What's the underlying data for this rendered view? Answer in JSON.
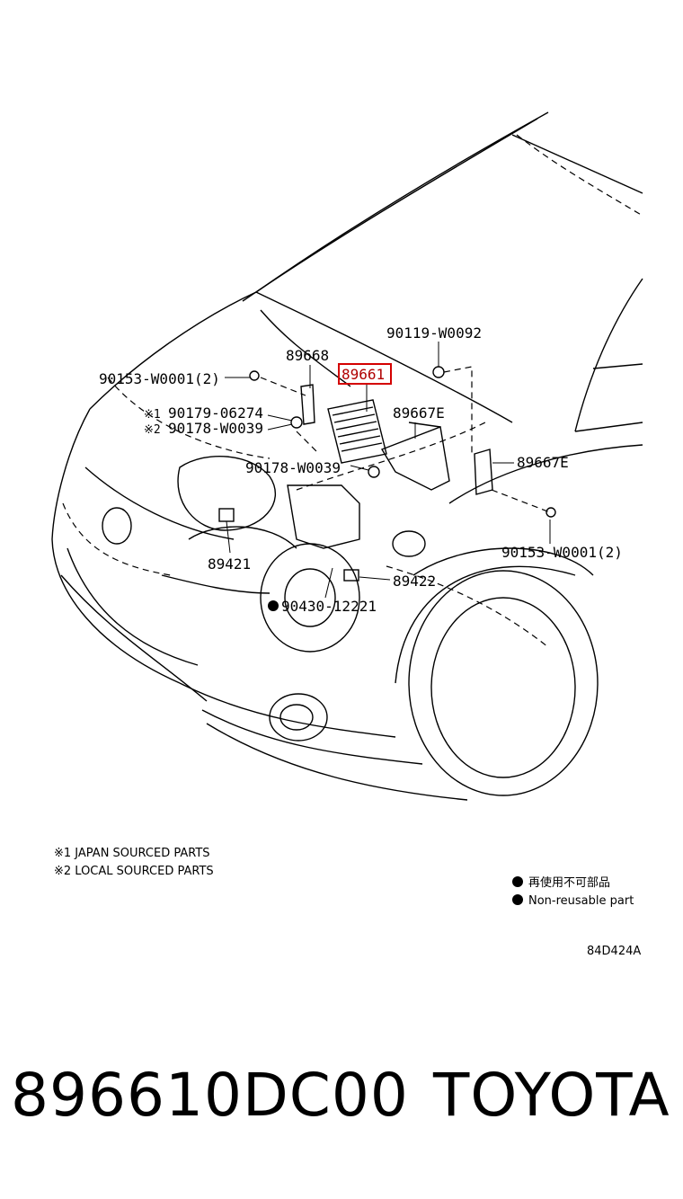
{
  "callouts": {
    "c_90119": "90119-W0092",
    "c_89668": "89668",
    "c_89661": "89661",
    "c_90153_top": "90153-W0001(2)",
    "c_mark1": "※1",
    "c_90179": "90179-06274",
    "c_mark2": "※2",
    "c_90178a": "90178-W0039",
    "c_89667e_a": "89667E",
    "c_90178b": "90178-W0039",
    "c_89667e_b": "89667E",
    "c_90153_bot": "90153-W0001(2)",
    "c_89421": "89421",
    "c_89422": "89422",
    "c_90430": "90430-12221"
  },
  "notes": {
    "japan": "※1 JAPAN SOURCED PARTS",
    "local": "※2 LOCAL SOURCED PARTS"
  },
  "legend": {
    "jp": "再使用不可部品",
    "en": "Non-reusable part"
  },
  "diagram_code": "84D424A",
  "footer": {
    "part_number": "896610DC00",
    "brand": "TOYOTA"
  },
  "colors": {
    "highlight": "#d40000",
    "ink": "#000000"
  }
}
